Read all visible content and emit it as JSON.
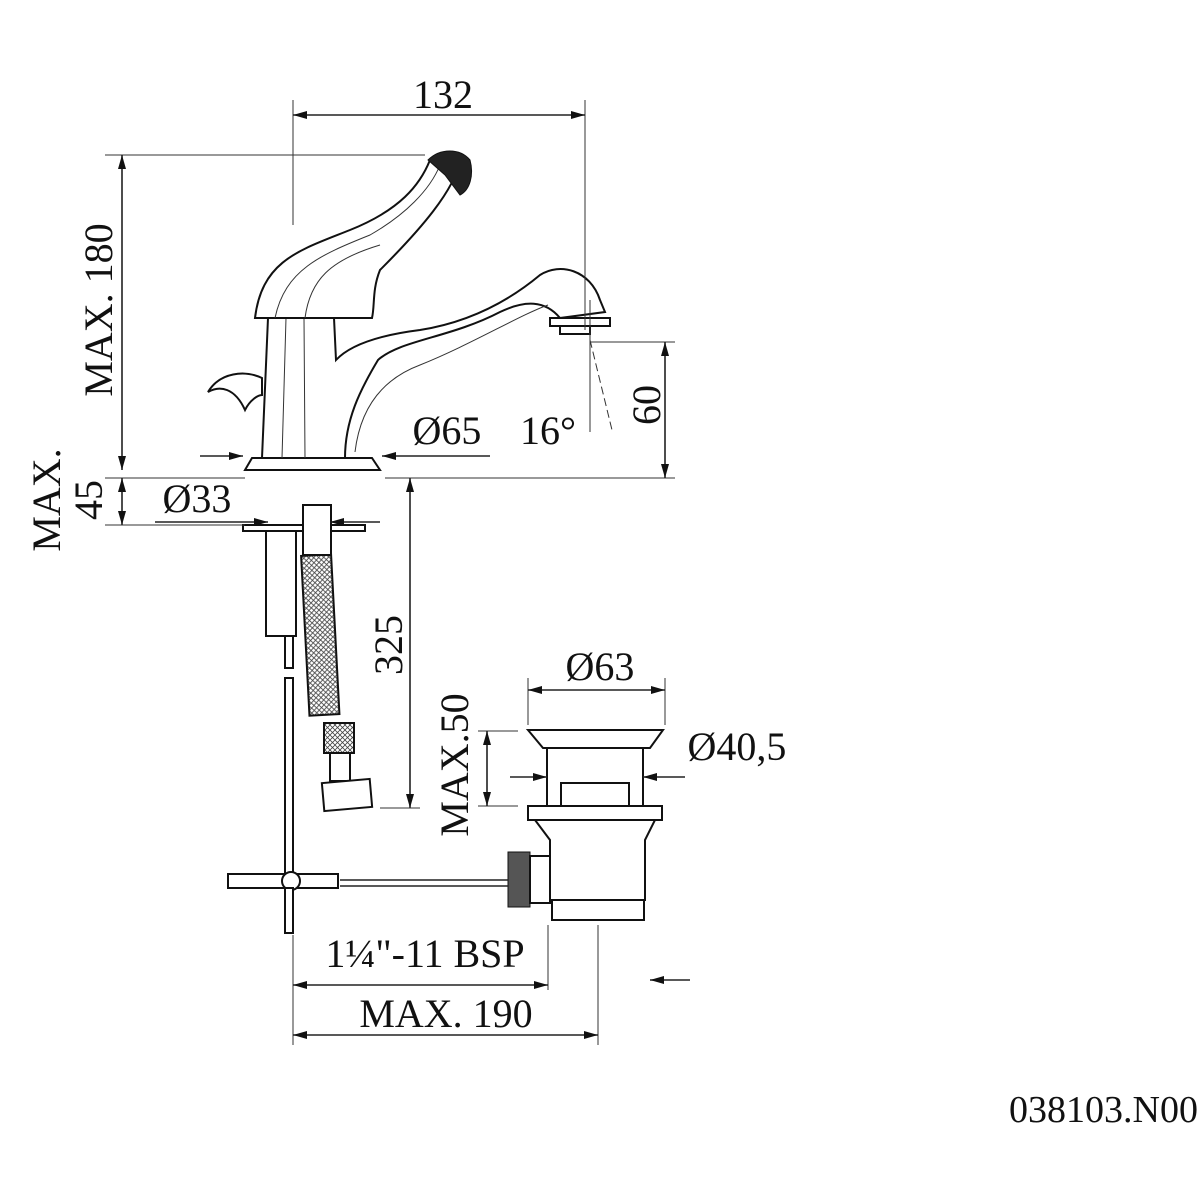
{
  "drawing": {
    "dimensions": {
      "width_top": "132",
      "height_max": "MAX. 180",
      "base_diameter": "Ø65",
      "spout_angle": "16°",
      "spout_height": "60",
      "deck_max_line1": "MAX.",
      "deck_max_line2": "45",
      "hole_diameter": "Ø33",
      "hose_length": "325",
      "waste_max_height": "MAX.50",
      "waste_top_diameter": "Ø63",
      "waste_body_diameter": "Ø40,5",
      "thread": "1¼\"-11 BSP",
      "rod_max": "MAX. 190"
    },
    "product_code": "038103.N00"
  }
}
